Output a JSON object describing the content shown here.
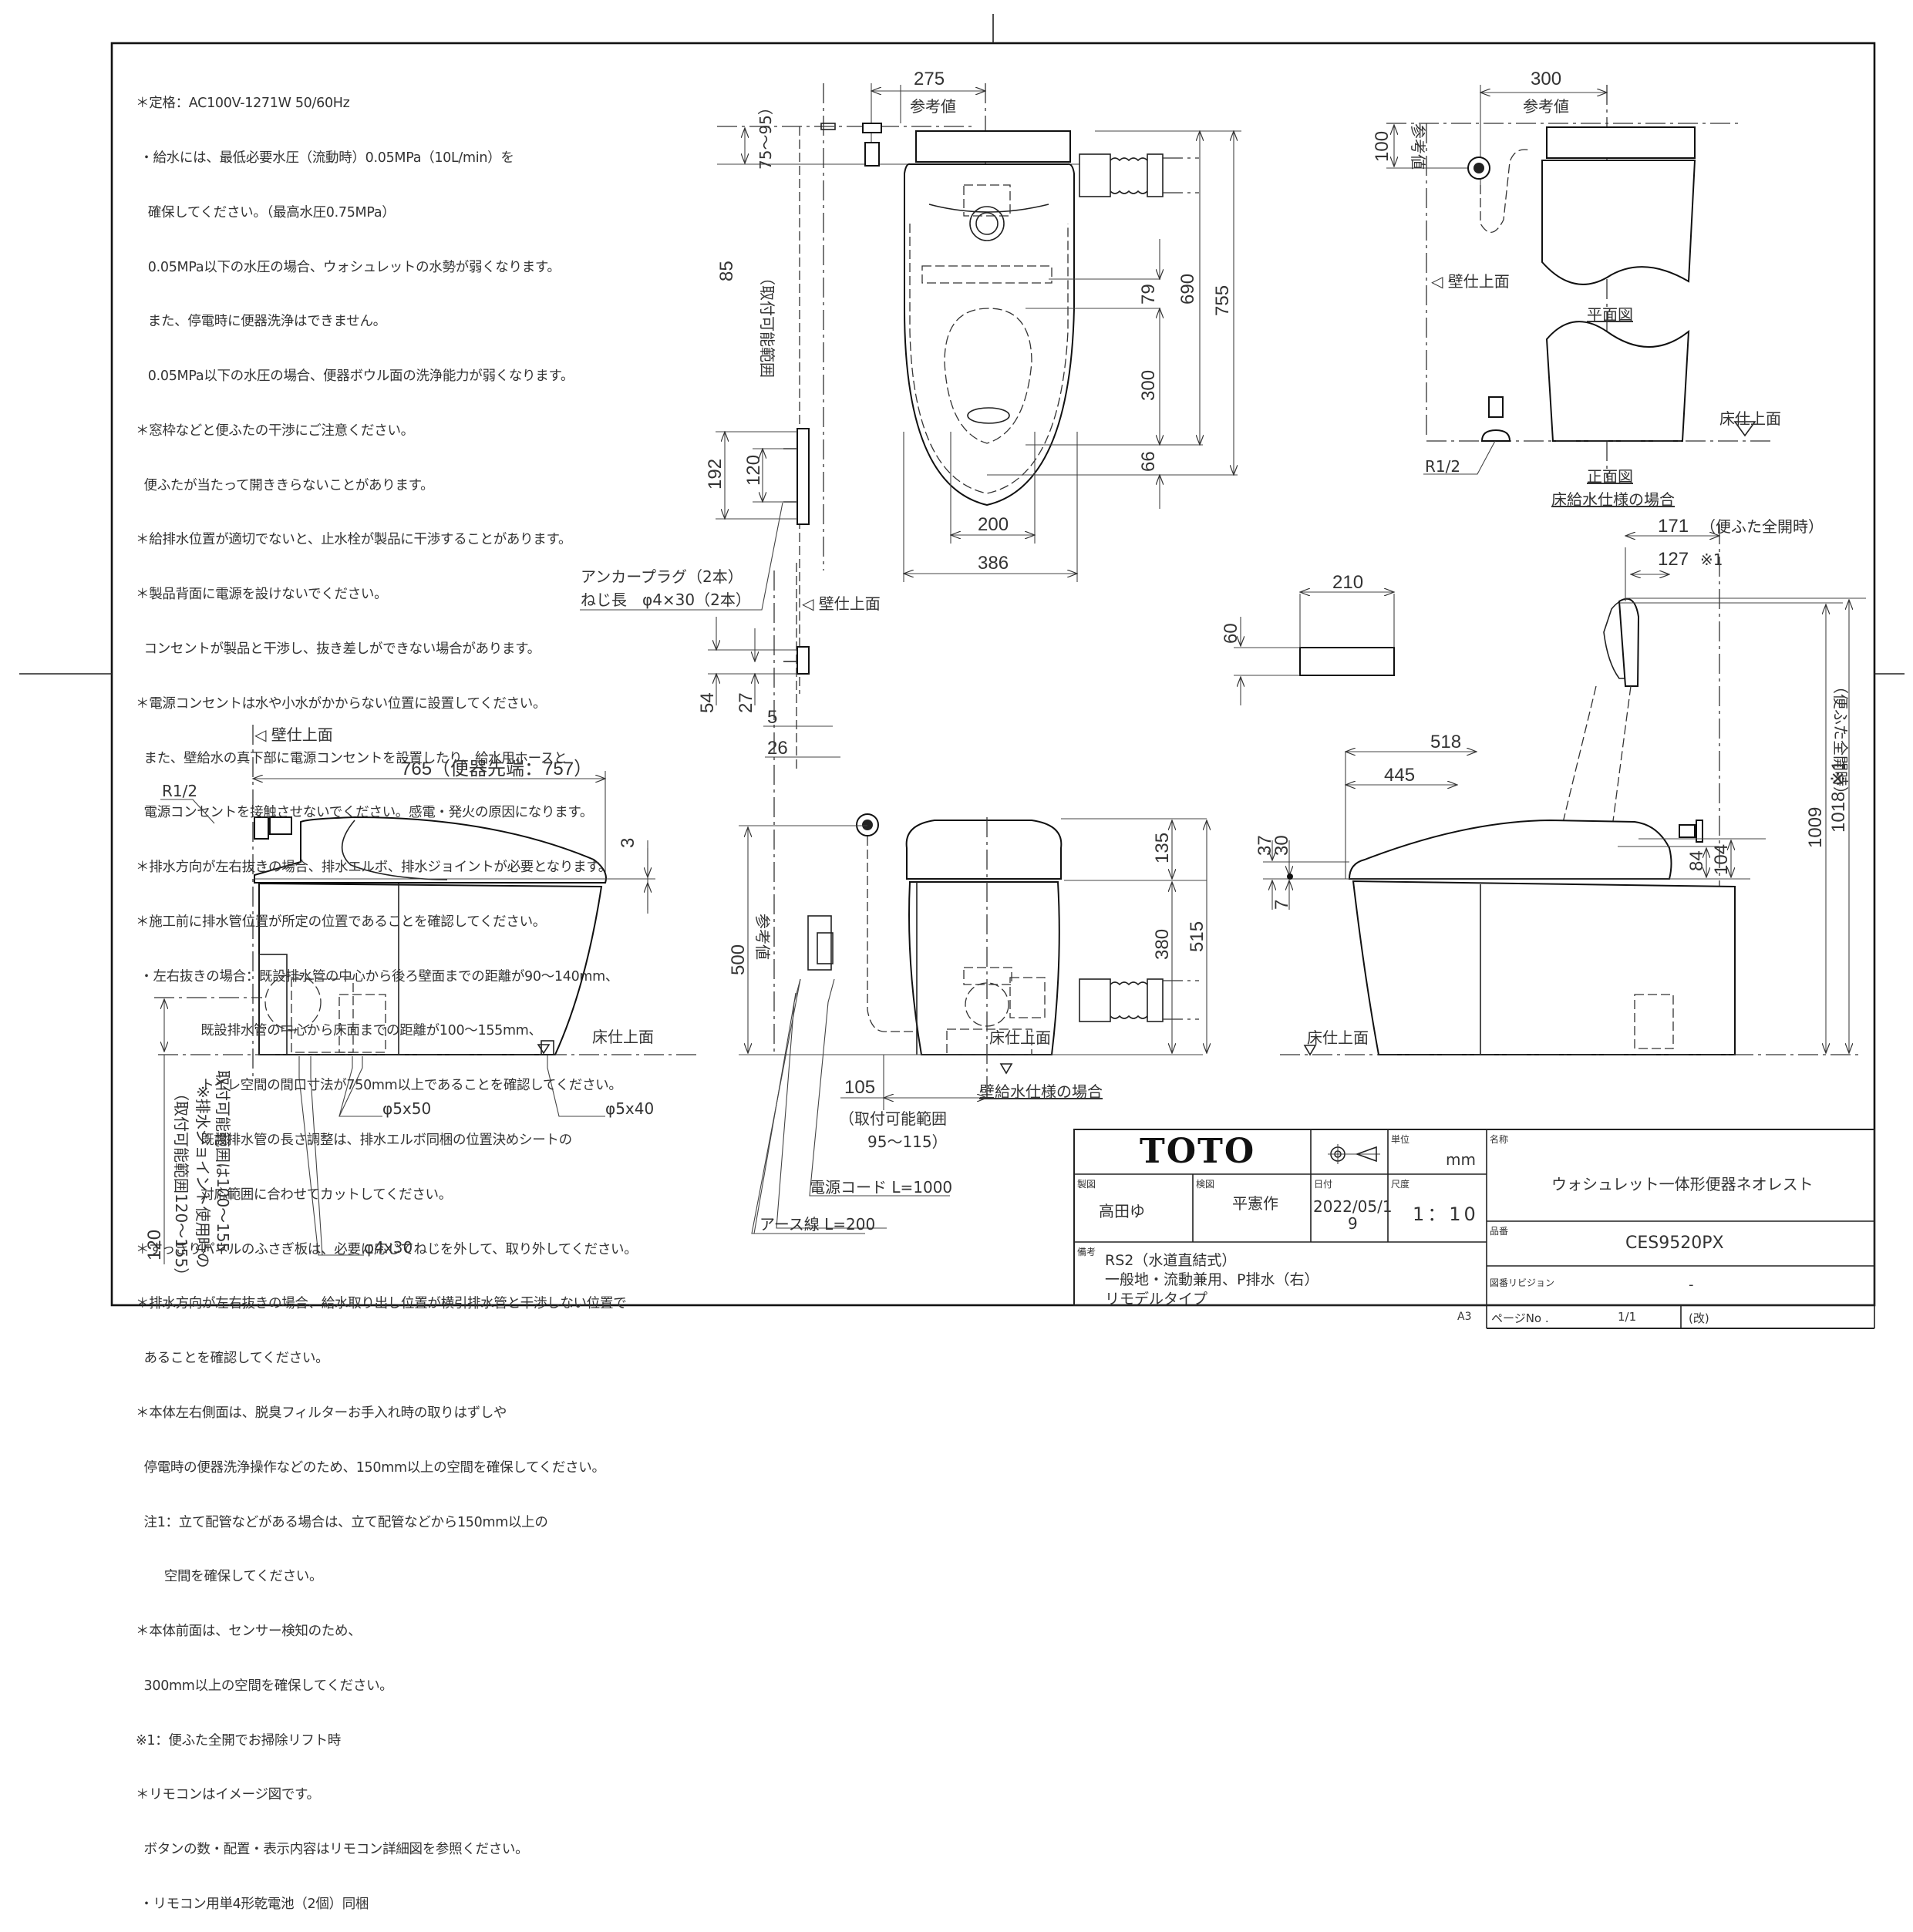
{
  "notes": [
    "＊定格：AC100V-1271W 50/60Hz",
    " ・給水には、最低必要水圧（流動時）0.05MPa（10L/min）を",
    "   確保してください。（最高水圧0.75MPa）",
    "   0.05MPa以下の水圧の場合、ウォシュレットの水勢が弱くなります。",
    "   また、停電時に便器洗浄はできません。",
    "   0.05MPa以下の水圧の場合、便器ボウル面の洗浄能力が弱くなります。",
    "＊窓枠などと便ふたの干渉にご注意ください。",
    "  便ふたが当たって開ききらないことがあります。",
    "＊給排水位置が適切でないと、止水栓が製品に干渉することがあります。",
    "＊製品背面に電源を設けないでください。",
    "  コンセントが製品と干渉し、抜き差しができない場合があります。",
    "＊電源コンセントは水や小水がかからない位置に設置してください。",
    "  また、壁給水の真下部に電源コンセントを設置したり、給水用ホースと",
    "  電源コンセントを接触させないでください。感電・発火の原因になります。",
    "＊排水方向が左右抜きの場合、排水エルボ、排水ジョイントが必要となります。",
    "＊施工前に排水管位置が所定の位置であることを確認してください。",
    " ・左右抜きの場合：既設排水管の中心から後ろ壁面までの距離が90～140mm、",
    "                既設排水管の中心から床面までの距離が100～155mm、",
    "                トイレ空間の間口寸法が750mm以上であることを確認してください。",
    "                既設排水管の長さ調整は、排水エルボ同梱の位置決めシートの",
    "                対応範囲に合わせてカットしてください。",
    "＊すっきりパネルのふさぎ板は、必要に応じてねじを外して、取り外してください。",
    "＊排水方向が左右抜きの場合、給水取り出し位置が横引排水管と干渉しない位置で",
    "  あることを確認してください。",
    "＊本体左右側面は、脱臭フィルターお手入れ時の取りはずしや",
    "  停電時の便器洗浄操作などのため、150mm以上の空間を確保してください。",
    "  注1：立て配管などがある場合は、立て配管などから150mm以上の",
    "       空間を確保してください。",
    "＊本体前面は、センサー検知のため、",
    "  300mm以上の空間を確保してください。",
    "※1：便ふた全開でお掃除リフト時",
    "＊リモコンはイメージ図です。",
    "  ボタンの数・配置・表示内容はリモコン詳細図を参照ください。",
    " ・リモコン用単4形乾電池（2個）同梱"
  ],
  "plan_view": {
    "dim_width_supply": "275",
    "ref_value": "参考値",
    "dim_85": "85",
    "mount_range": "（取付可能範囲",
    "mount_range_val": "75～95）",
    "dim_79": "79",
    "dim_690": "690",
    "dim_755": "755",
    "dim_300": "300",
    "dim_66": "66",
    "dim_200": "200",
    "dim_386": "386"
  },
  "remote_detail": {
    "dim_192": "192",
    "dim_120": "120",
    "anchor_label_1": "アンカープラグ（2本）",
    "anchor_label_2": "ねじ長　φ4×30（2本）",
    "wall_finish": "壁仕上面",
    "dim_54": "54",
    "dim_27": "27",
    "dim_5": "5",
    "dim_26": "26"
  },
  "floor_supply_view": {
    "dim_300": "300",
    "ref_value": "参考値",
    "dim_100": "100",
    "ref_value_v": "参考値",
    "wall_finish": "壁仕上面",
    "plan_label": "平面図",
    "front_label": "正面図",
    "case_label": "床給水仕様の場合",
    "floor_finish": "床仕上面",
    "r_half": "R1/2"
  },
  "side_view_left": {
    "wall_finish": "壁仕上面",
    "dim_765": "765（便器先端：757）",
    "r_half": "R1/2",
    "dim_3": "3",
    "floor_finish": "床仕上面",
    "screw_1": "φ5x50",
    "screw_2": "φ5x40",
    "screw_3": "φ4x30",
    "dim_120": "120",
    "range_note_1": "（取付可能範囲120～155）",
    "range_note_2": "※排水ジョイント使用時の",
    "range_note_3": "取付可能範囲は100～155"
  },
  "front_view": {
    "dim_500": "500",
    "ref_value": "参考値",
    "dim_135": "135",
    "dim_380": "380",
    "dim_515": "515",
    "floor_finish": "床仕上面",
    "case_label": "壁給水仕様の場合",
    "dim_105": "105",
    "range_1": "（取付可能範囲",
    "range_2": "95～115）",
    "power_cord": "電源コード L=1000",
    "earth_wire": "アース線 L=200"
  },
  "remote_top": {
    "dim_210": "210",
    "dim_60": "60"
  },
  "side_view_right": {
    "dim_171": "171",
    "lid_open": "（便ふた全開時）",
    "dim_127": "127",
    "note_ref": "※1",
    "dim_518": "518",
    "dim_445": "445",
    "dim_37": "37",
    "dim_30": "30",
    "dim_7": "7",
    "dim_84": "84",
    "dim_104": "104",
    "dim_1009": "1009",
    "dim_1018": "1018 ※1",
    "lid_open_v": "（便ふた全開時）",
    "floor_finish": "床仕上面"
  },
  "title_block": {
    "logo": "TOTO",
    "unit_label": "単位",
    "unit": "mm",
    "name_label": "名称",
    "name": "ウォシュレット一体形便器ネオレスト",
    "drawn_label": "製図",
    "drawn_by": "高田ゆ",
    "checked_label": "検図",
    "checked_by": "平憲作",
    "date_label": "日付",
    "date_1": "2022/05/1",
    "date_2": "9",
    "scale_label": "尺度",
    "scale": "1：10",
    "part_label": "品番",
    "part_no": "CES9520PX",
    "remarks_label": "備考",
    "remarks_1": "RS2（水道直結式）",
    "remarks_2": "一般地・流動兼用、P排水（右）",
    "remarks_3": "リモデルタイプ",
    "revision_label": "図番リビジョン",
    "revision": "-",
    "paper_size": "A3",
    "page_label": "ページNo .",
    "page": "1/1",
    "rev_mark": "(改)"
  }
}
